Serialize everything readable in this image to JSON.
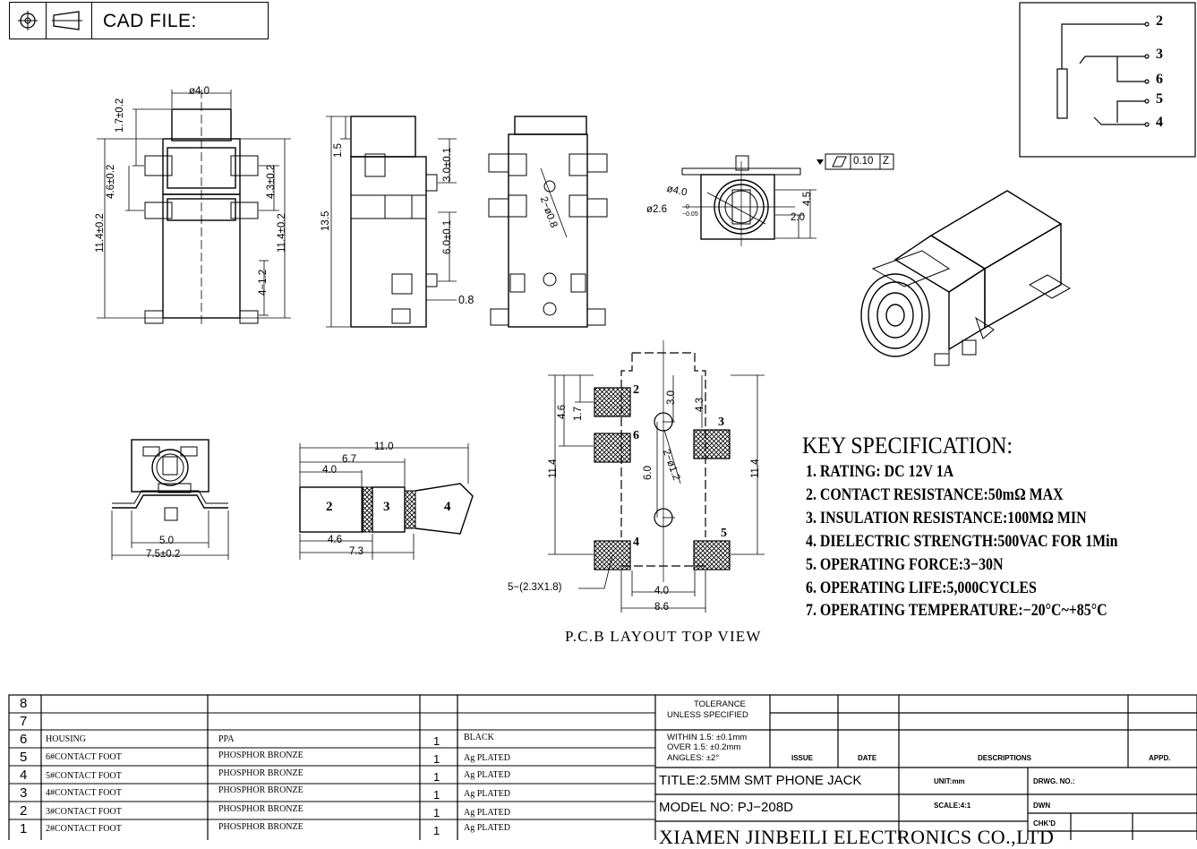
{
  "header": {
    "cad_file_label": "CAD FILE:"
  },
  "circuit_pins": [
    "2",
    "3",
    "6",
    "5",
    "4"
  ],
  "dimensions": {
    "front": [
      "ø4.0",
      "1.7±0.2",
      "4.6±0.2",
      "4.3±0.2",
      "11.4±0.2",
      "11.4±0.2",
      "4−1.2"
    ],
    "side": [
      "1.5",
      "13.5",
      "3.0±0.1",
      "6.0±0.1",
      "0.8"
    ],
    "bottom": [
      "2−ø0.8"
    ],
    "face": [
      "ø4.0",
      "ø2.6",
      "−0.05",
      "0",
      "2.0",
      "4.5",
      "0.10",
      "Z"
    ],
    "rear": [
      "5.0",
      "7.5±0.2"
    ],
    "plug": [
      "11.0",
      "6.7",
      "4.0",
      "4.6",
      "7.3",
      "2",
      "3",
      "4"
    ],
    "pcb": [
      "4.6",
      "1.7",
      "3.0",
      "4.3",
      "11.4",
      "11.4",
      "6.0",
      "2−ø1.2",
      "4.0",
      "8.6",
      "5−(2.3X1.8)",
      "2",
      "6",
      "3",
      "4",
      "5"
    ]
  },
  "key_specification": {
    "title": "KEY SPECIFICATION:",
    "items": [
      "1. RATING: DC 12V  1A",
      "2. CONTACT RESISTANCE:50mΩ MAX",
      "3. INSULATION RESISTANCE:100MΩ MIN",
      "4. DIELECTRIC STRENGTH:500VAC FOR 1Min",
      "5. OPERATING FORCE:3−30N",
      "6. OPERATING LIFE:5,000CYCLES",
      "7. OPERATING TEMPERATURE:−20°C~+85°C"
    ]
  },
  "pcb_caption": "P.C.B LAYOUT TOP VIEW",
  "bom": [
    {
      "no": "8",
      "part": "",
      "material": "",
      "qty": "",
      "finish": ""
    },
    {
      "no": "7",
      "part": "",
      "material": "",
      "qty": "",
      "finish": ""
    },
    {
      "no": "6",
      "part": "HOUSING",
      "material": "PPA",
      "qty": "1",
      "finish": "BLACK"
    },
    {
      "no": "5",
      "part": "6#CONTACT FOOT",
      "material": "PHOSPHOR BRONZE",
      "qty": "1",
      "finish": "Ag PLATED"
    },
    {
      "no": "4",
      "part": "5#CONTACT FOOT",
      "material": "PHOSPHOR BRONZE",
      "qty": "1",
      "finish": "Ag PLATED"
    },
    {
      "no": "3",
      "part": "4#CONTACT FOOT",
      "material": "PHOSPHOR BRONZE",
      "qty": "1",
      "finish": "Ag PLATED"
    },
    {
      "no": "2",
      "part": "3#CONTACT FOOT",
      "material": "PHOSPHOR BRONZE",
      "qty": "1",
      "finish": "Ag PLATED"
    },
    {
      "no": "1",
      "part": "2#CONTACT FOOT",
      "material": "PHOSPHOR BRONZE",
      "qty": "1",
      "finish": "Ag PLATED"
    }
  ],
  "title_block": {
    "tolerance_header": [
      "TOLERANCE",
      "UNLESS SPECIFIED"
    ],
    "tolerance_lines": [
      "WITHIN 1.5: ±0.1mm",
      "OVER 1.5:  ±0.2mm",
      "ANGLES: ±2°"
    ],
    "issue": "ISSUE",
    "date": "DATE",
    "descriptions": "DESCRIPTIONS",
    "appd": "APPD.",
    "title": "TITLE:2.5MM SMT PHONE JACK",
    "unit": "UNIT:mm",
    "drwg_no": "DRWG. NO.:",
    "model": "MODEL NO: PJ−208D",
    "scale": "SCALE:4:1",
    "dwn": "DWN",
    "chkd": "CHK'D",
    "company": "XIAMEN JINBEILI ELECTRONICS CO.,LTD"
  }
}
